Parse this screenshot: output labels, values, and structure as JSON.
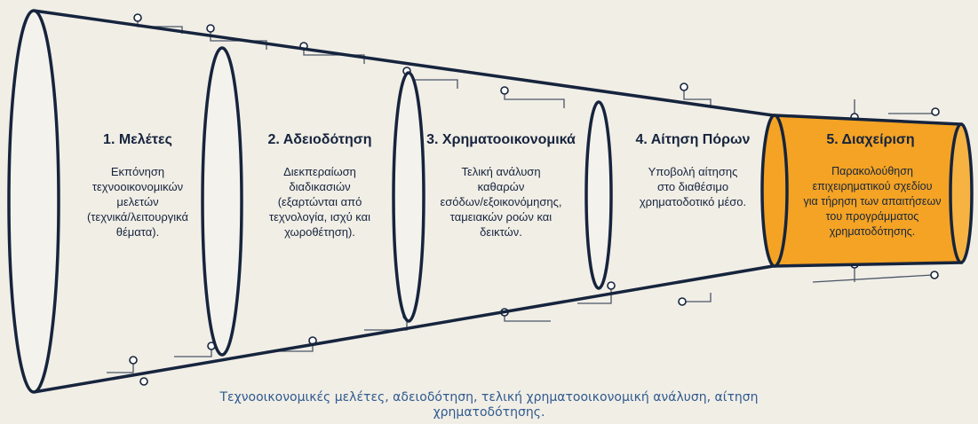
{
  "stages": [
    {
      "title": "1. Μελέτες",
      "description": "Εκπόνηση\nτεχνοοικονομικών\nμελετών\n(τεχνικά/λειτουργικά\nθέματα).",
      "highlighted": false
    },
    {
      "title": "2. Αδειοδότηση",
      "description": "Διεκπεραίωση\nδιαδικασιών\n(εξαρτώνται από\nτεχνολογία, ισχύ και\nχωροθέτηση).",
      "highlighted": false
    },
    {
      "title": "3. Χρηματοοικονομικά",
      "description": "Τελική ανάλυση\nκαθαρών\nεσόδων/εξοικονόμησης,\nταμειακών ροών και\nδεικτών.",
      "highlighted": false
    },
    {
      "title": "4. Αίτηση Πόρων",
      "description": "Υποβολή αίτησης\nστο διαθέσιμο\nχρηματοδοτικό μέσο.",
      "highlighted": false
    },
    {
      "title": "5. Διαχείριση",
      "description": "Παρακολούθηση\nεπιχειρηματικού σχεδίου\nγια τήρηση των απαιτήσεων\nτου προγράμματος\nχρηματοδότησης.",
      "highlighted": true
    }
  ],
  "caption": "Τεχνοοικονομικές μελέτες, αδειοδότηση, τελική χρηματοοικονομική ανάλυση, αίτηση\nχρηματοδότησης.",
  "colors": {
    "background": "#f1eee6",
    "outline": "#16243d",
    "highlight_fill": "#f4a324",
    "caption_text": "#2f5a8f",
    "circuit_line": "#4a5566"
  }
}
